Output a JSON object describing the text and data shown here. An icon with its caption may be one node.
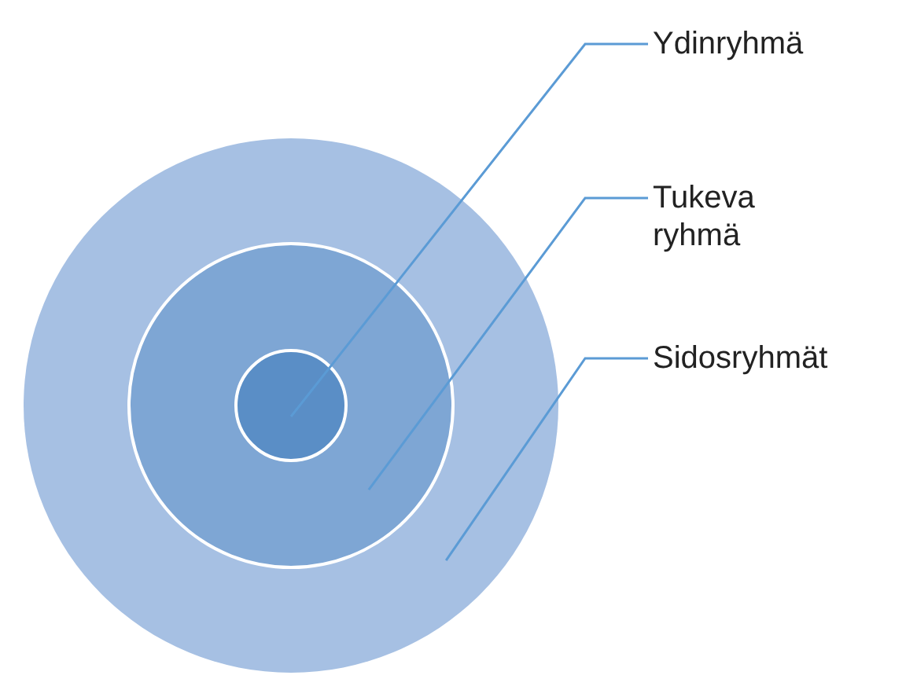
{
  "diagram": {
    "nodes": [
      {
        "text": [],
        "shape": "circle"
      },
      {
        "text": [],
        "shape": "circle",
        "in": 0
      },
      {
        "text": [],
        "shape": "circle",
        "in": 1
      },
      {
        "text": [
          "Ydinryhmä"
        ]
      },
      {
        "text": [
          "Tukeva ryhmä"
        ]
      },
      {
        "text": [
          "Sidosryhmät"
        ]
      }
    ],
    "edges": [
      {
        "from": 3,
        "to": 2,
        "arrow": "none"
      },
      {
        "from": 4,
        "to": 1,
        "arrow": "none"
      },
      {
        "from": 5,
        "to": 0,
        "arrow": "none"
      }
    ]
  }
}
